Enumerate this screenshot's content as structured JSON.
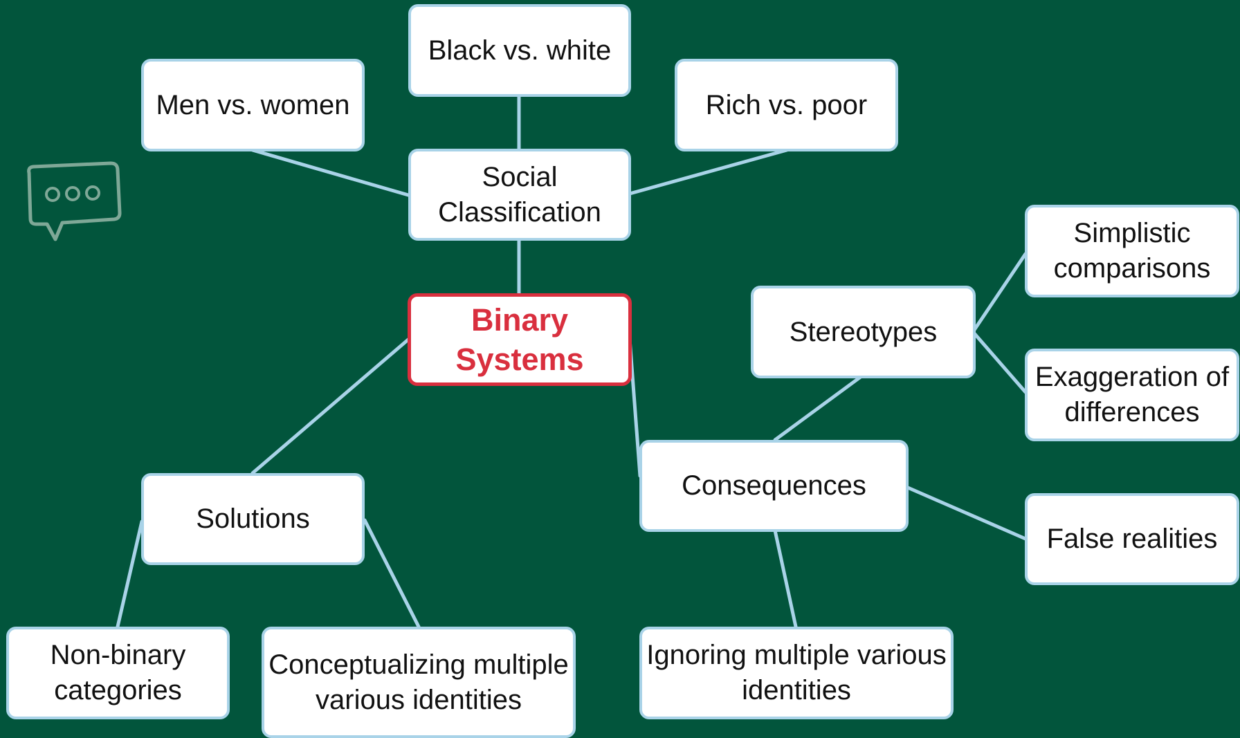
{
  "nodes": {
    "root": "Binary Systems",
    "social_classification": "Social Classification",
    "black_white": "Black vs. white",
    "men_women": "Men vs. women",
    "rich_poor": "Rich vs. poor",
    "stereotypes": "Stereotypes",
    "simplistic_comparisons": "Simplistic comparisons",
    "exaggeration": "Exaggeration of differences",
    "consequences": "Consequences",
    "false_realities": "False realities",
    "ignoring_identities": "Ignoring multiple various identities",
    "solutions": "Solutions",
    "non_binary": "Non-binary categories",
    "conceptualizing": "Conceptualizing multiple various identities"
  },
  "icons": {
    "chat": "chat-bubble-icon"
  },
  "colors": {
    "background": "#02553c",
    "node_fill": "#ffffff",
    "node_border": "#a9d3e8",
    "connector": "#a9d3e8",
    "root_accent": "#d92f3e",
    "icon_stroke": "#7fa897"
  }
}
